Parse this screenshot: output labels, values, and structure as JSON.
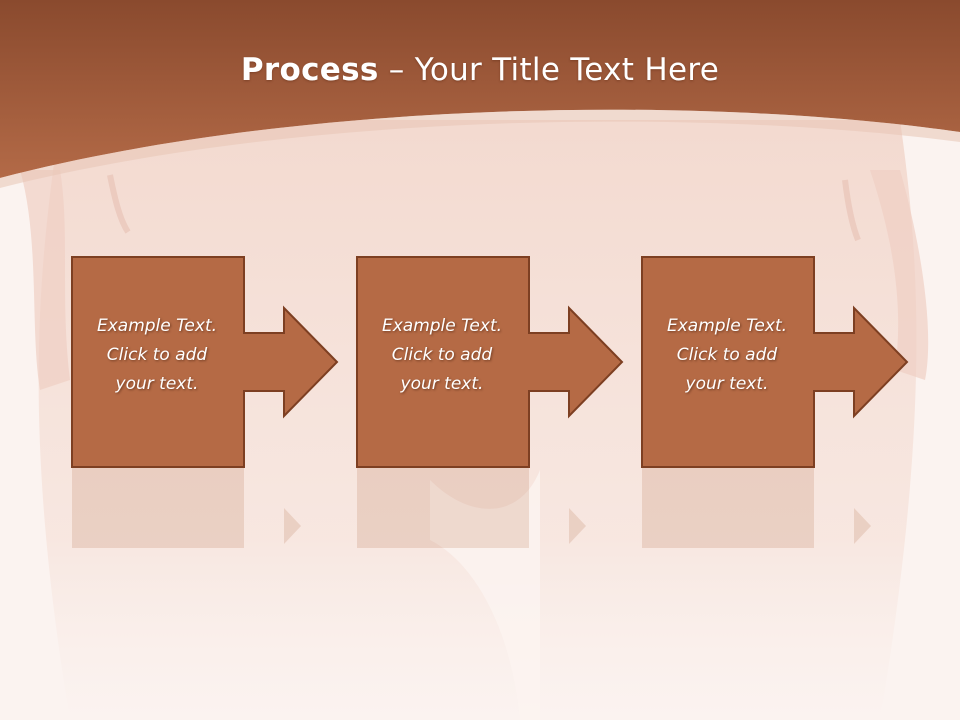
{
  "slide": {
    "title_bold": "Process",
    "title_dash": " – ",
    "title_rest": "Your Title Text Here"
  },
  "colors": {
    "header": "#a9603e",
    "box_fill": "#b56a45",
    "box_stroke": "#7d3f22",
    "background": "#fbf3f0"
  },
  "steps": [
    {
      "line1": "Example Text.",
      "line2": "Click  to add",
      "line3": "your text."
    },
    {
      "line1": "Example Text.",
      "line2": "Click  to add",
      "line3": "your text."
    },
    {
      "line1": "Example Text.",
      "line2": "Click  to add",
      "line3": "your text."
    }
  ]
}
